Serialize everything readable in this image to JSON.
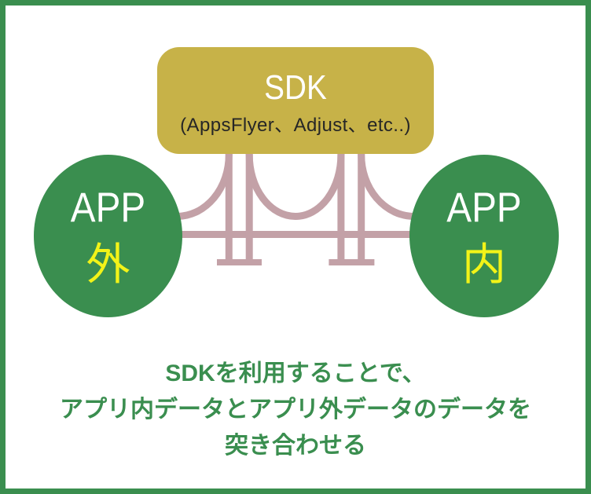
{
  "colors": {
    "green": "#3a8e4f",
    "gold": "#c7b248",
    "pink": "#c3a1a7",
    "yellow": "#f2f318",
    "dark": "#262626",
    "white": "#ffffff"
  },
  "sdk_box": {
    "title": "SDK",
    "subtitle": "(AppsFlyer、Adjust、etc..)"
  },
  "left_circle": {
    "app_label": "APP",
    "kanji_label": "外"
  },
  "right_circle": {
    "app_label": "APP",
    "kanji_label": "内"
  },
  "bridge": {
    "icon": "suspension-bridge-icon"
  },
  "caption": {
    "line1": "SDKを利用することで、",
    "line2": "アプリ内データとアプリ外データのデータを",
    "line3": "突き合わせる"
  }
}
